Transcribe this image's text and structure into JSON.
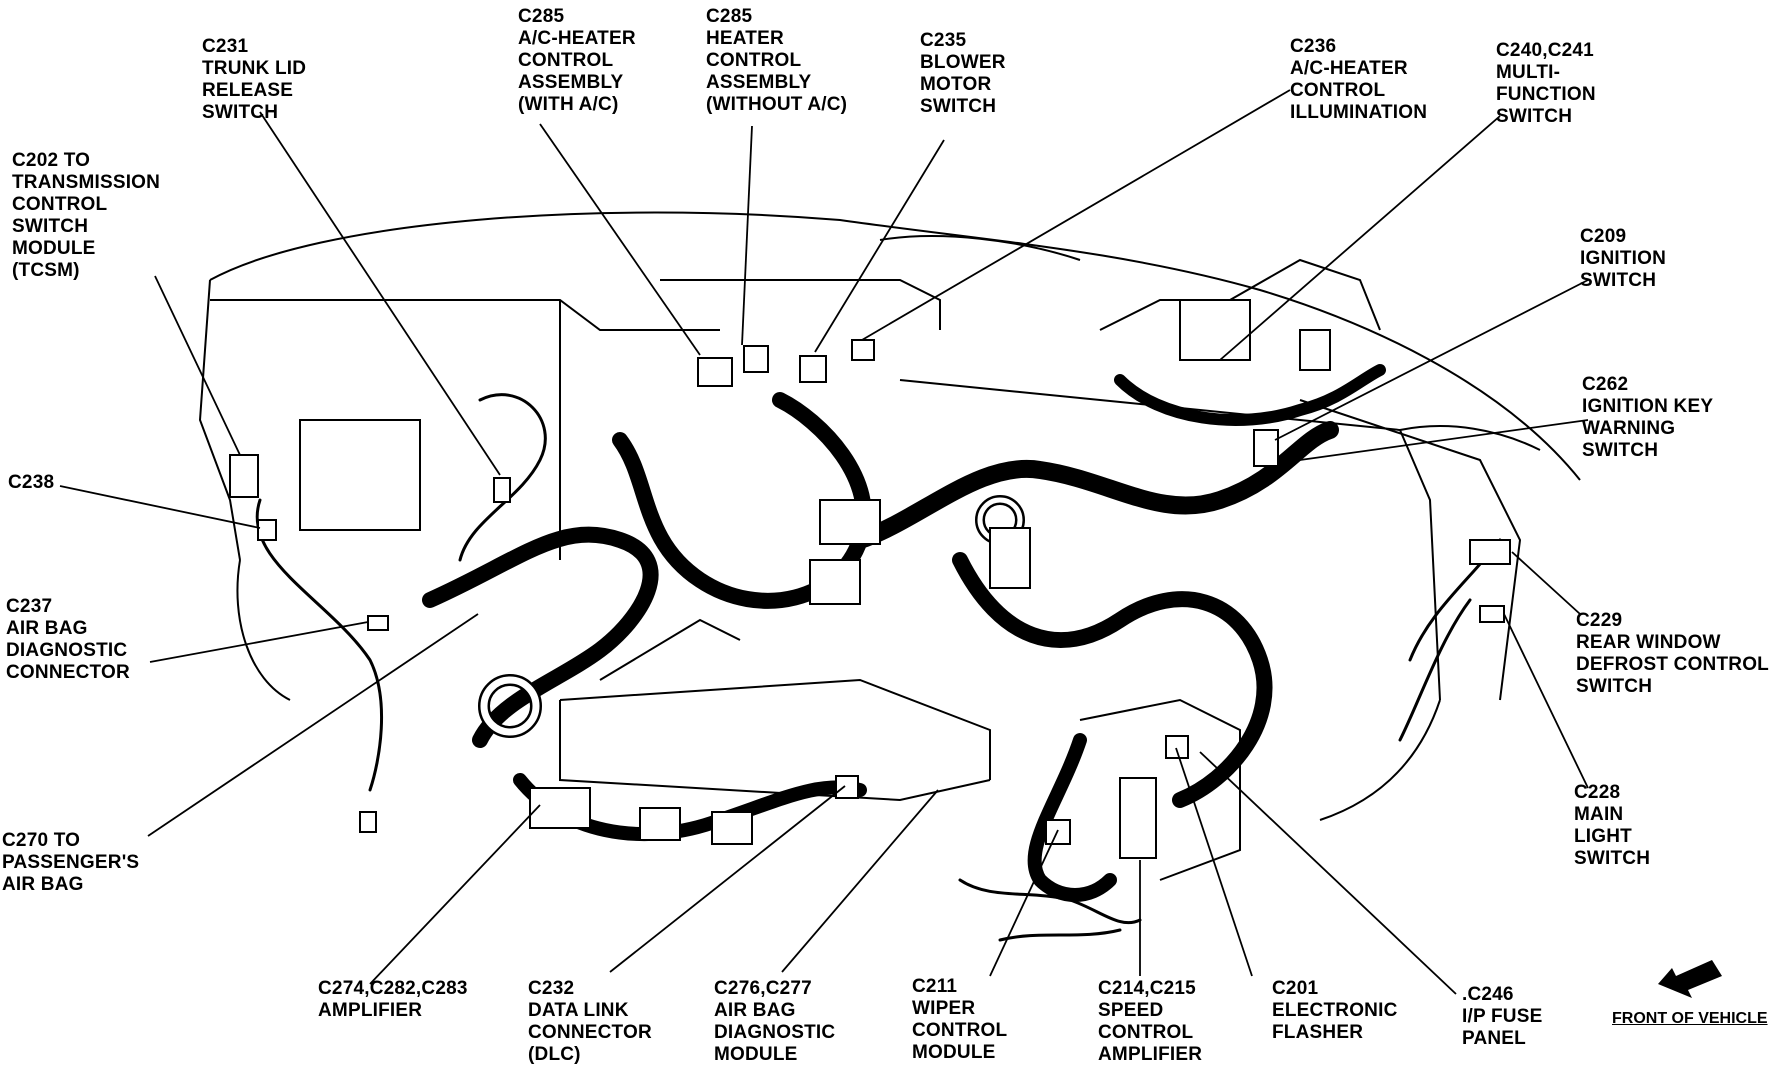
{
  "labels": {
    "c231": [
      "C231",
      "TRUNK LID",
      "RELEASE",
      "SWITCH"
    ],
    "c285_ac": [
      "C285",
      "A/C-HEATER",
      "CONTROL",
      "ASSEMBLY",
      "(WITH A/C)"
    ],
    "c285_heater": [
      "C285",
      "HEATER",
      "CONTROL",
      "ASSEMBLY",
      "(WITHOUT A/C)"
    ],
    "c235": [
      "C235",
      "BLOWER",
      "MOTOR",
      "SWITCH"
    ],
    "c236": [
      "C236",
      "A/C-HEATER",
      "CONTROL",
      "ILLUMINATION"
    ],
    "c240": [
      "C240,C241",
      "MULTI-",
      "FUNCTION",
      "SWITCH"
    ],
    "c202": [
      "C202 TO",
      "TRANSMISSION",
      "CONTROL",
      "SWITCH",
      "MODULE",
      "(TCSM)"
    ],
    "c209": [
      "C209",
      "IGNITION",
      "SWITCH"
    ],
    "c262": [
      "C262",
      "IGNITION KEY",
      "WARNING",
      "SWITCH"
    ],
    "c238": [
      "C238"
    ],
    "c237": [
      "C237",
      "AIR BAG",
      "DIAGNOSTIC",
      "CONNECTOR"
    ],
    "c229": [
      "C229",
      "REAR WINDOW",
      "DEFROST CONTROL",
      "SWITCH"
    ],
    "c228": [
      "C228",
      "MAIN",
      "LIGHT",
      "SWITCH"
    ],
    "c270": [
      "C270 TO",
      "PASSENGER'S",
      "AIR BAG"
    ],
    "c274": [
      "C274,C282,C283",
      "AMPLIFIER"
    ],
    "c232": [
      "C232",
      "DATA LINK",
      "CONNECTOR",
      "(DLC)"
    ],
    "c276": [
      "C276,C277",
      "AIR BAG",
      "DIAGNOSTIC",
      "MODULE"
    ],
    "c211": [
      "C211",
      "WIPER",
      "CONTROL",
      "MODULE"
    ],
    "c214": [
      "C214,C215",
      "SPEED",
      "CONTROL",
      "AMPLIFIER"
    ],
    "c201": [
      "C201",
      "ELECTRONIC",
      "FLASHER"
    ],
    "c246": [
      ".C246",
      "I/P FUSE",
      "PANEL"
    ]
  },
  "front_of_vehicle": "FRONT OF VEHICLE",
  "icons": {
    "front_arrow": "arrow-icon"
  },
  "colors": {
    "ink": "#000000",
    "paper": "#ffffff"
  }
}
